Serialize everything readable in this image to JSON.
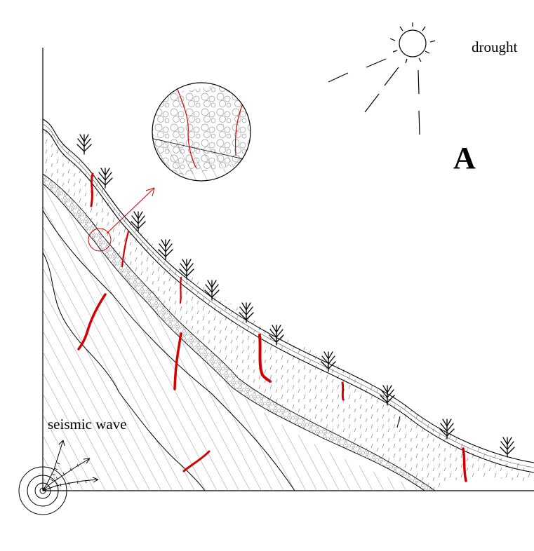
{
  "labels": {
    "drought": "drought",
    "panel": "A",
    "seismic": "seismic wave"
  },
  "colors": {
    "line": "#000000",
    "crack": "#d40000",
    "gravel": "#9a9a9a",
    "hatch": "#8a8a8a",
    "background": "#ffffff"
  },
  "icons": [
    "sun-icon",
    "shrub-icon",
    "seismic-source-icon",
    "magnifier-circle-icon"
  ]
}
